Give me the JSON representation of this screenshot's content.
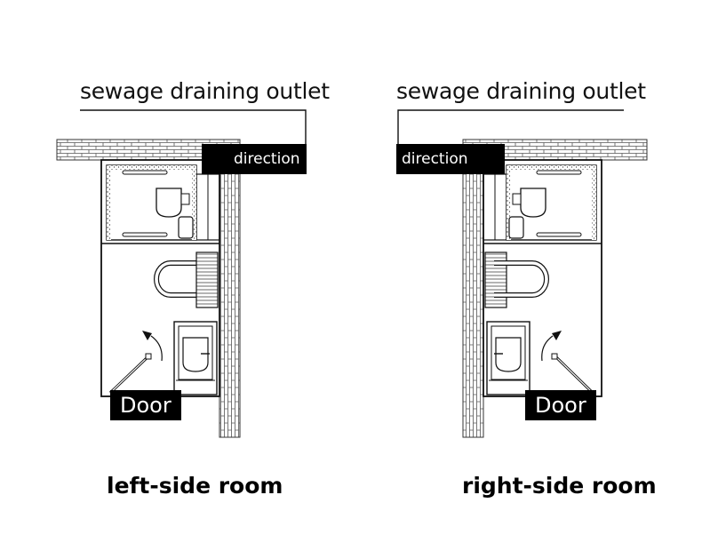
{
  "plans": [
    {
      "outlet_label": "sewage draining outlet",
      "direction_label": "direction",
      "direction_icon": "up-arrow-icon",
      "door_label": "Door",
      "caption": "left-side room"
    },
    {
      "outlet_label": "sewage draining outlet",
      "direction_label": "direction",
      "direction_icon": "up-arrow-icon",
      "door_label": "Door",
      "caption": "right-side room"
    }
  ],
  "colors": {
    "line": "#111111",
    "label_bg": "#000000",
    "label_text": "#ffffff"
  }
}
